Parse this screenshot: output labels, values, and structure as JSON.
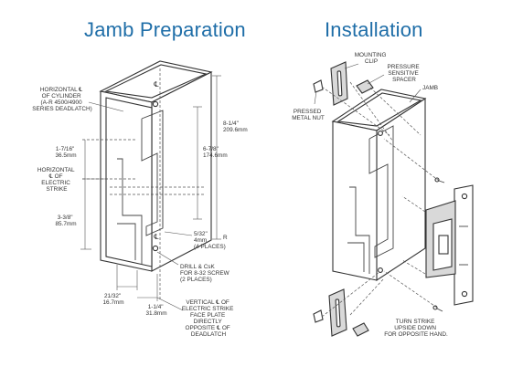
{
  "titles": {
    "left": "Jamb Preparation",
    "right": "Installation"
  },
  "jamb_prep": {
    "horizontal_cylinder": [
      "HORIZONTAL ℄",
      "OF CYLINDER",
      "(A-R 4500/4900",
      "SERIES DEADLATCH)"
    ],
    "dim_7_16": [
      "1-7/16\"",
      "36.5mm"
    ],
    "horizontal_strike": [
      "HORIZONTAL",
      "℄ OF",
      "ELECTRIC",
      "STRIKE"
    ],
    "dim_3_3_8": [
      "3-3/8\"",
      "85.7mm"
    ],
    "dim_8_1_4": [
      "8-1/4\"",
      "209.6mm"
    ],
    "dim_6_7_8": [
      "6-7/8\"",
      "174.6mm"
    ],
    "radius": [
      "5/32\"",
      "4mm",
      "R",
      "(4 PLACES)"
    ],
    "drill": [
      "DRILL & CsK",
      "FOR 8-32 SCREW",
      "(2 PLACES)"
    ],
    "dim_21_32": [
      "21/32\"",
      "16.7mm"
    ],
    "dim_1_1_4": [
      "1-1/4\"",
      "31.8mm"
    ],
    "vertical_strike": [
      "VERTICAL ℄ OF",
      "ELECTRIC STRIKE",
      "FACE PLATE",
      "DIRECTLY",
      "OPPOSITE ℄ OF",
      "DEADLATCH"
    ],
    "cl_mark": "℄"
  },
  "installation": {
    "mounting_clip": [
      "MOUNTING",
      "CLIP"
    ],
    "pressure_spacer": [
      "PRESSURE",
      "SENSITIVE",
      "SPACER"
    ],
    "jamb": "JAMB",
    "pressed_nut": [
      "PRESSED",
      "METAL NUT"
    ],
    "turn_strike": [
      "TURN STRIKE",
      "UPSIDE DOWN",
      "FOR OPPOSITE HAND."
    ]
  }
}
